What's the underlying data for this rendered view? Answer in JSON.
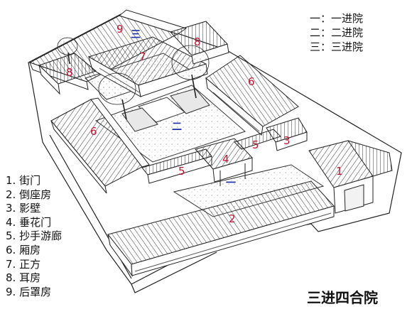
{
  "diagram": {
    "title": "三进四合院",
    "courtyard_key": [
      "一：一进院",
      "二：二进院",
      "三：三进院"
    ],
    "legend": [
      "1. 街门",
      "2. 倒座房",
      "3. 影壁",
      "4. 垂花门",
      "5. 抄手游廊",
      "6. 厢房",
      "7. 正方",
      "8. 耳房",
      "9. 后罩房"
    ],
    "building_numbers": {
      "b1": "1",
      "b2": "2",
      "b3": "3",
      "b4": "4",
      "b5a": "5",
      "b5b": "5",
      "b6a": "6",
      "b6b": "6",
      "b7": "7",
      "b8a": "8",
      "b8b": "8",
      "b9": "9"
    },
    "courtyard_marks": {
      "c1": "一",
      "c2": "二",
      "c3": "三"
    },
    "colors": {
      "building_number": "#c8102e",
      "courtyard_mark": "#1a2ea8",
      "line": "#222222",
      "text": "#111111"
    }
  }
}
